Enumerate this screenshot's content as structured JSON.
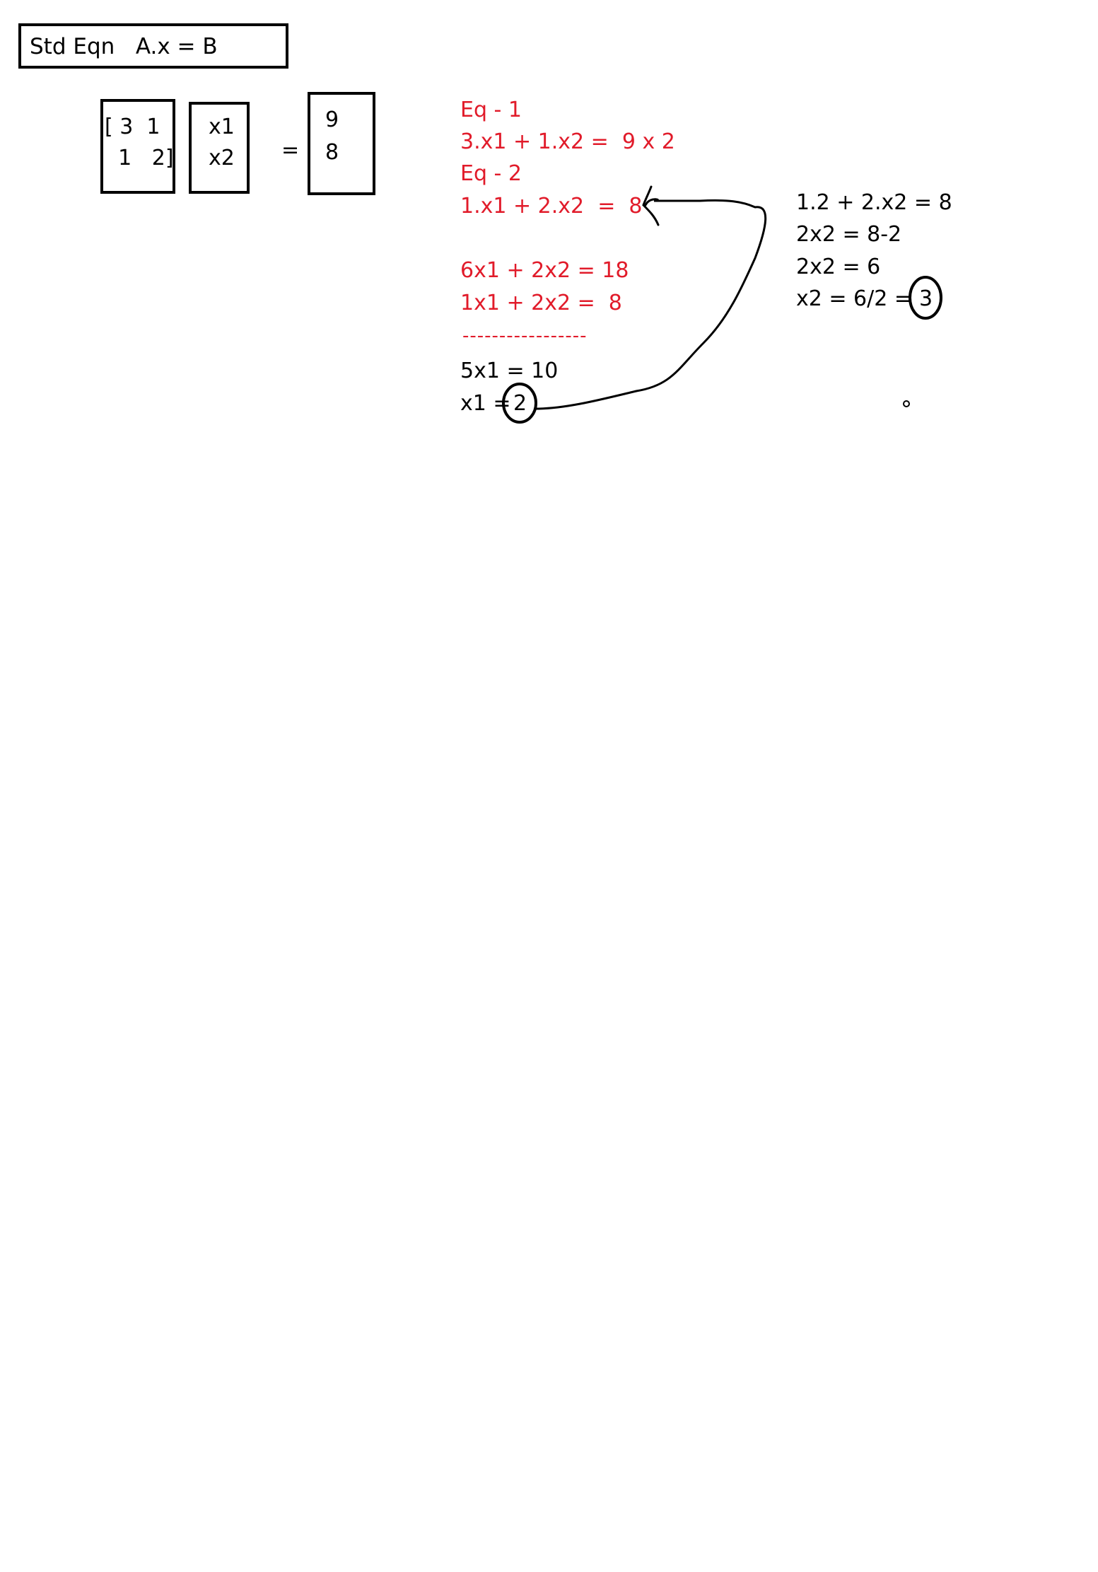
{
  "header": {
    "title": "Std Eqn   A.x = B"
  },
  "matrix_a": {
    "row1": "[ 3  1",
    "row2": "  1   2]"
  },
  "vector_x": {
    "row1": "x1",
    "row2": "x2"
  },
  "equals_sign": "=",
  "vector_b": {
    "row1": "9",
    "row2": "8"
  },
  "elimination": {
    "eq1_label": "Eq - 1",
    "eq1": "3.x1 + 1.x2 =  9 x 2",
    "eq2_label": "Eq - 2",
    "eq2": "1.x1 + 2.x2  =  8",
    "scaled_eq1": "6x1 + 2x2 = 18",
    "scaled_eq2": "1x1 + 2x2 =  8",
    "subtract_line": "-----------------",
    "result": "5x1 = 10",
    "x1_prefix": "x1 =",
    "x1_value": "2"
  },
  "substitution": {
    "line1": "1.2 + 2.x2 = 8",
    "line2": "2x2 = 8-2",
    "line3": "2x2 = 6",
    "line4_prefix": "x2 = 6/2 =",
    "x2_value": "3"
  },
  "colors": {
    "ink": "#000000",
    "red_ink": "#e11b2a"
  }
}
